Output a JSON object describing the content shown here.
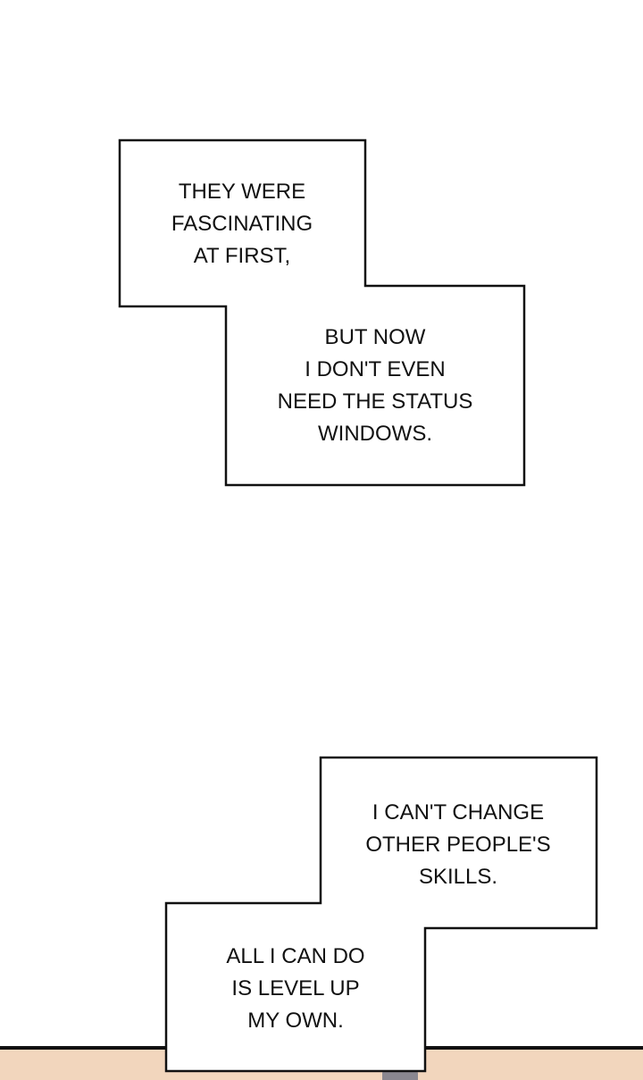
{
  "captions": [
    {
      "lines": [
        "THEY WERE",
        "FASCINATING",
        "AT FIRST,"
      ]
    },
    {
      "lines": [
        "BUT NOW",
        "I DON'T EVEN",
        "NEED THE STATUS",
        "WINDOWS."
      ]
    },
    {
      "lines": [
        "I CAN'T CHANGE",
        "OTHER PEOPLE'S",
        "SKILLS."
      ]
    },
    {
      "lines": [
        "ALL I CAN DO",
        "IS LEVEL UP",
        "MY OWN."
      ]
    }
  ],
  "colors": {
    "floor": "#f2d6bd",
    "border": "#111111"
  }
}
